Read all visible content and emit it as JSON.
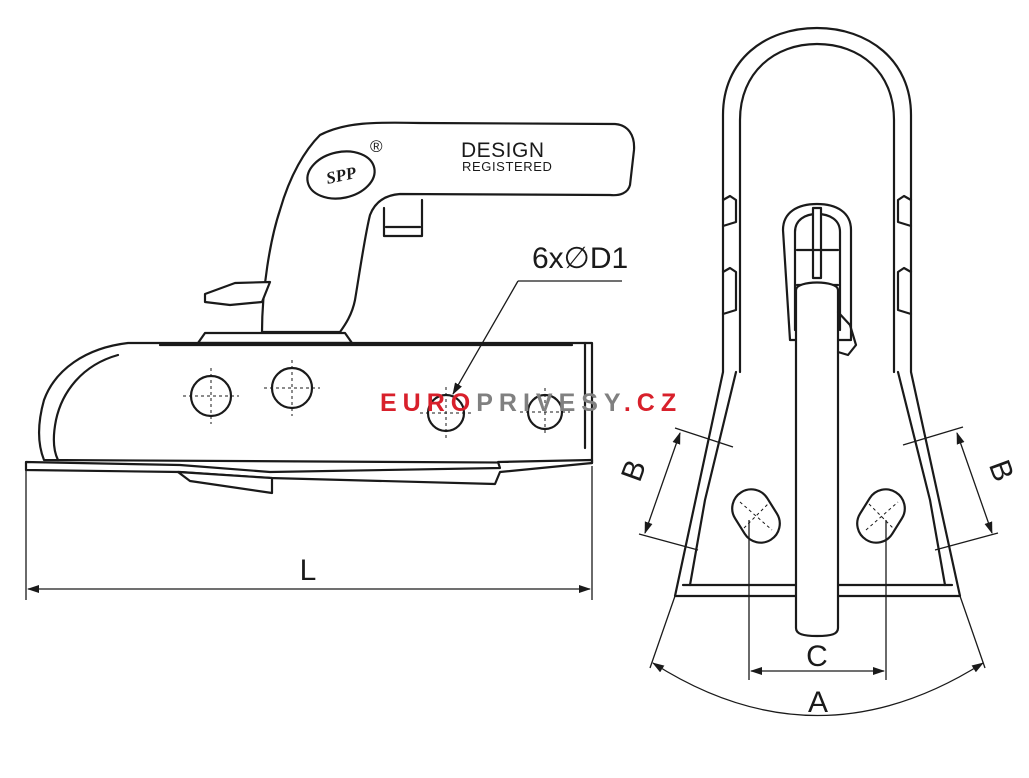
{
  "side_view": {
    "design_label": "DESIGN",
    "registered_label": "REGISTERED",
    "registered_mark": "®",
    "logo_text": "SPP",
    "hole_callout": "6x∅D1",
    "length_label": "L"
  },
  "front_view": {
    "dim_a": "A",
    "dim_b_left": "B",
    "dim_b_right": "B",
    "dim_c": "C"
  },
  "watermark": {
    "part1": "EURO",
    "part2": "PRIVESY",
    "part3": ".CZ",
    "color_red": "#d8202b",
    "color_gray": "#808080"
  }
}
